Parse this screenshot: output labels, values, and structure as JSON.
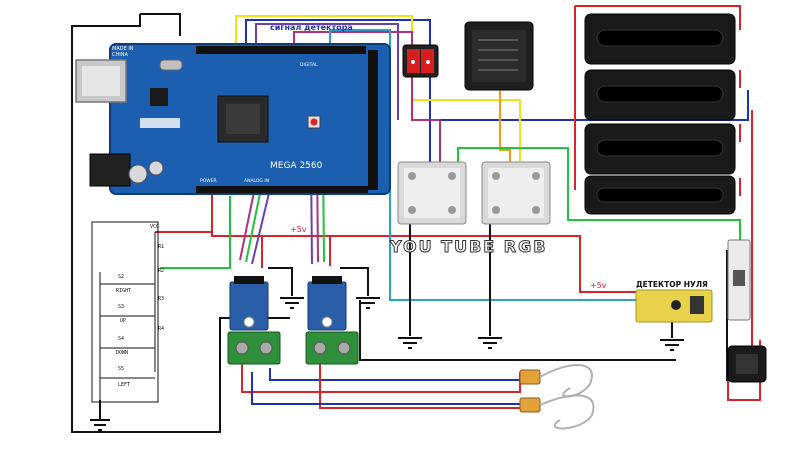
{
  "labels": {
    "signal_detector": "сигнал детектора",
    "mega_model": "MEGA 2560",
    "made_in": "MADE IN",
    "china": "CHINA",
    "power_label": "POWER",
    "analog_label": "ANALOG IN",
    "digital_label": "DIGITAL",
    "plus5v_top": "+5v",
    "plus5v_right": "+5v",
    "watermark": "YOU TUBE RGB",
    "zero_detector": "ДЕТЕКТОР НУЛЯ",
    "vcc": "VCC",
    "r1": "R1",
    "r2": "R2",
    "r3": "R3",
    "r4": "R4",
    "btn_s2": "S2",
    "btn_right": "RIGHT",
    "btn_s3": "S3",
    "btn_up": "UP",
    "btn_s4": "S4",
    "btn_down": "DOWN",
    "btn_s5": "S5",
    "btn_left": "LEFT"
  },
  "colors": {
    "wire_black": "#111111",
    "wire_red": "#d8232a",
    "wire_blue": "#1e2fb8",
    "wire_green": "#1fc43a",
    "wire_yellow": "#f2e21a",
    "wire_orange": "#f39a1e",
    "wire_purple": "#6a3fb0",
    "wire_magenta": "#b0307a",
    "wire_cyan": "#2aa0c8",
    "board_blue": "#1c5fb0",
    "pcb_blue": "#2b5ea8",
    "terminal_green": "#2f8f3a",
    "detector_yellow": "#e8d24a",
    "heater_black": "#1a1a1a",
    "ssr_grey": "#d9d9d9",
    "switch_red": "#d81e1e"
  },
  "components": [
    {
      "name": "Arduino MEGA 2560"
    },
    {
      "name": "Rocker switch"
    },
    {
      "name": "Ceramic heater"
    },
    {
      "name": "Infrared heater"
    },
    {
      "name": "Solid state relay"
    },
    {
      "name": "Zero-cross detector"
    },
    {
      "name": "MAX6675 thermocouple module"
    },
    {
      "name": "K-type thermocouple"
    },
    {
      "name": "Keypad"
    },
    {
      "name": "Circuit breaker"
    },
    {
      "name": "Power socket"
    }
  ]
}
